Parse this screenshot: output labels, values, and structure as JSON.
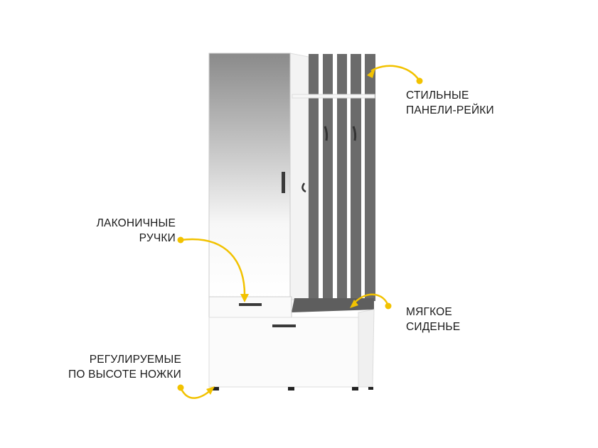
{
  "callouts": {
    "panels": {
      "line1": "СТИЛЬНЫЕ",
      "line2": "ПАНЕЛИ-РЕЙКИ"
    },
    "handles": {
      "line1": "ЛАКОНИЧНЫЕ",
      "line2": "РУЧКИ"
    },
    "seat": {
      "line1": "МЯГКОЕ",
      "line2": "СИДЕНЬЕ"
    },
    "legs": {
      "line1": "РЕГУЛИРУЕМЫЕ",
      "line2": "ПО ВЫСОТЕ НОЖКИ"
    }
  },
  "colors": {
    "accent": "#f2c200",
    "panel": "#6b6b6b",
    "body": "#ffffff",
    "handle": "#3a3a3a"
  }
}
